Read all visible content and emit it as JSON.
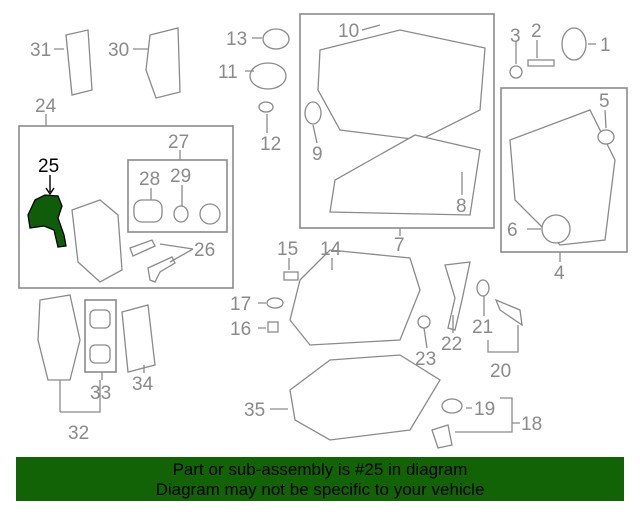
{
  "diagram": {
    "callouts": [
      "31",
      "30",
      "13",
      "10",
      "3",
      "2",
      "1",
      "11",
      "12",
      "9",
      "24",
      "27",
      "25",
      "28",
      "29",
      "26",
      "5",
      "8",
      "6",
      "7",
      "4",
      "15",
      "14",
      "17",
      "16",
      "21",
      "22",
      "23",
      "20",
      "33",
      "34",
      "32",
      "35",
      "19",
      "18"
    ],
    "highlighted_part": "25",
    "highlight_color": "#0f5c0a"
  },
  "banner": {
    "line1": "Part or sub-assembly is #25 in diagram",
    "line2": "Diagram may not be specific to your vehicle",
    "background": "#116306"
  }
}
